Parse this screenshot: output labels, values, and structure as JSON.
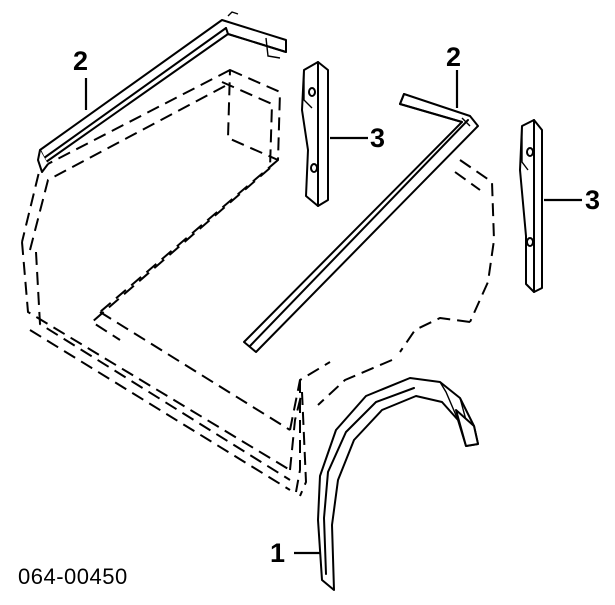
{
  "diagram": {
    "callouts": [
      {
        "id": "callout-1",
        "text": "1"
      },
      {
        "id": "callout-2-left",
        "text": "2"
      },
      {
        "id": "callout-2-right",
        "text": "2"
      },
      {
        "id": "callout-3-left",
        "text": "3"
      },
      {
        "id": "callout-3-right",
        "text": "3"
      }
    ],
    "part_number": "064-00450",
    "line_color": "#000000",
    "background": "#ffffff"
  }
}
